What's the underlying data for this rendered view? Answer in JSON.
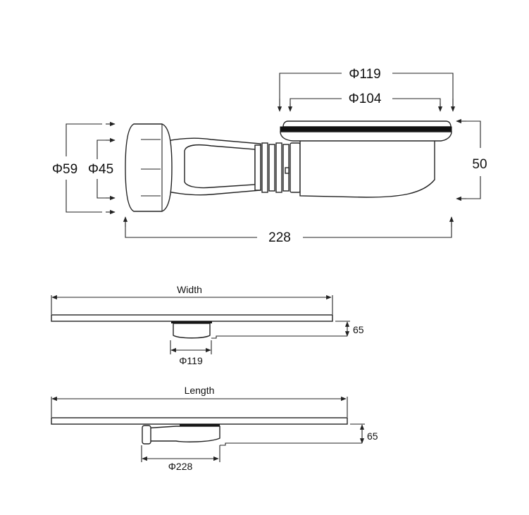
{
  "top_view": {
    "dia_119": "Φ119",
    "dia_104": "Φ104",
    "height_50": "50",
    "dia_59": "Φ59",
    "dia_45": "Φ45",
    "length_228": "228"
  },
  "width_section": {
    "label": "Width",
    "depth": "65",
    "dia": "Φ119"
  },
  "length_section": {
    "label": "Length",
    "depth": "65",
    "dia": "Φ228"
  }
}
